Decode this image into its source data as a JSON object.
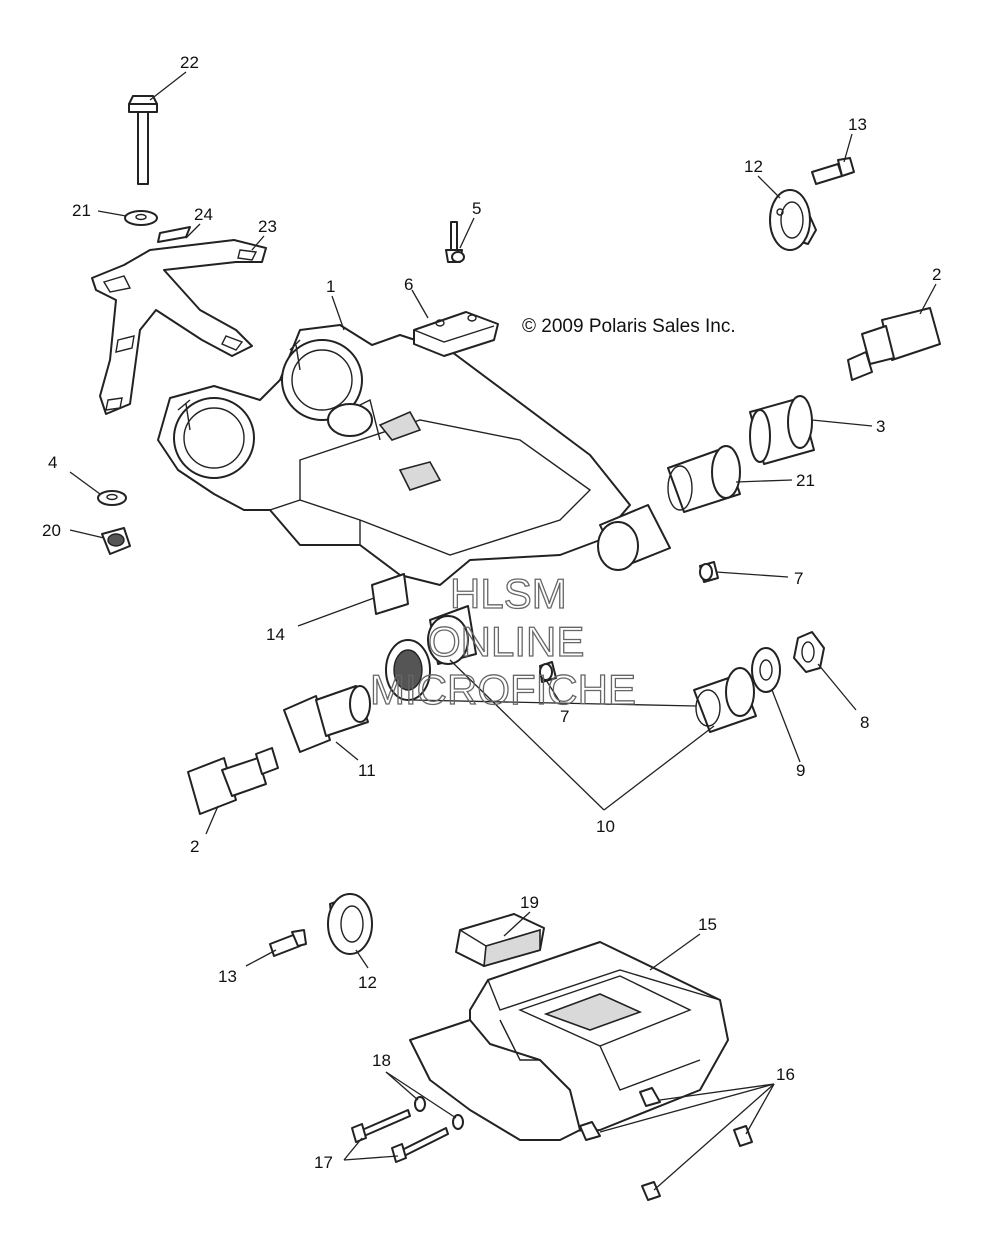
{
  "diagram": {
    "copyright": "© 2009 Polaris Sales Inc.",
    "watermark": [
      "HLSM",
      "ONLINE",
      "MICROFICHE"
    ],
    "callouts": [
      {
        "id": "c22",
        "label": "22"
      },
      {
        "id": "c21a",
        "label": "21"
      },
      {
        "id": "c24",
        "label": "24"
      },
      {
        "id": "c23",
        "label": "23"
      },
      {
        "id": "c5",
        "label": "5"
      },
      {
        "id": "c13a",
        "label": "13"
      },
      {
        "id": "c12a",
        "label": "12"
      },
      {
        "id": "c1",
        "label": "1"
      },
      {
        "id": "c6",
        "label": "6"
      },
      {
        "id": "c2a",
        "label": "2"
      },
      {
        "id": "c3",
        "label": "3"
      },
      {
        "id": "c21b",
        "label": "21"
      },
      {
        "id": "c4",
        "label": "4"
      },
      {
        "id": "c20",
        "label": "20"
      },
      {
        "id": "c7a",
        "label": "7"
      },
      {
        "id": "c14",
        "label": "14"
      },
      {
        "id": "c7b",
        "label": "7"
      },
      {
        "id": "c8",
        "label": "8"
      },
      {
        "id": "c11",
        "label": "11"
      },
      {
        "id": "c9",
        "label": "9"
      },
      {
        "id": "c2b",
        "label": "2"
      },
      {
        "id": "c10",
        "label": "10"
      },
      {
        "id": "c19",
        "label": "19"
      },
      {
        "id": "c15",
        "label": "15"
      },
      {
        "id": "c13b",
        "label": "13"
      },
      {
        "id": "c12b",
        "label": "12"
      },
      {
        "id": "c18",
        "label": "18"
      },
      {
        "id": "c16",
        "label": "16"
      },
      {
        "id": "c17",
        "label": "17"
      }
    ]
  }
}
